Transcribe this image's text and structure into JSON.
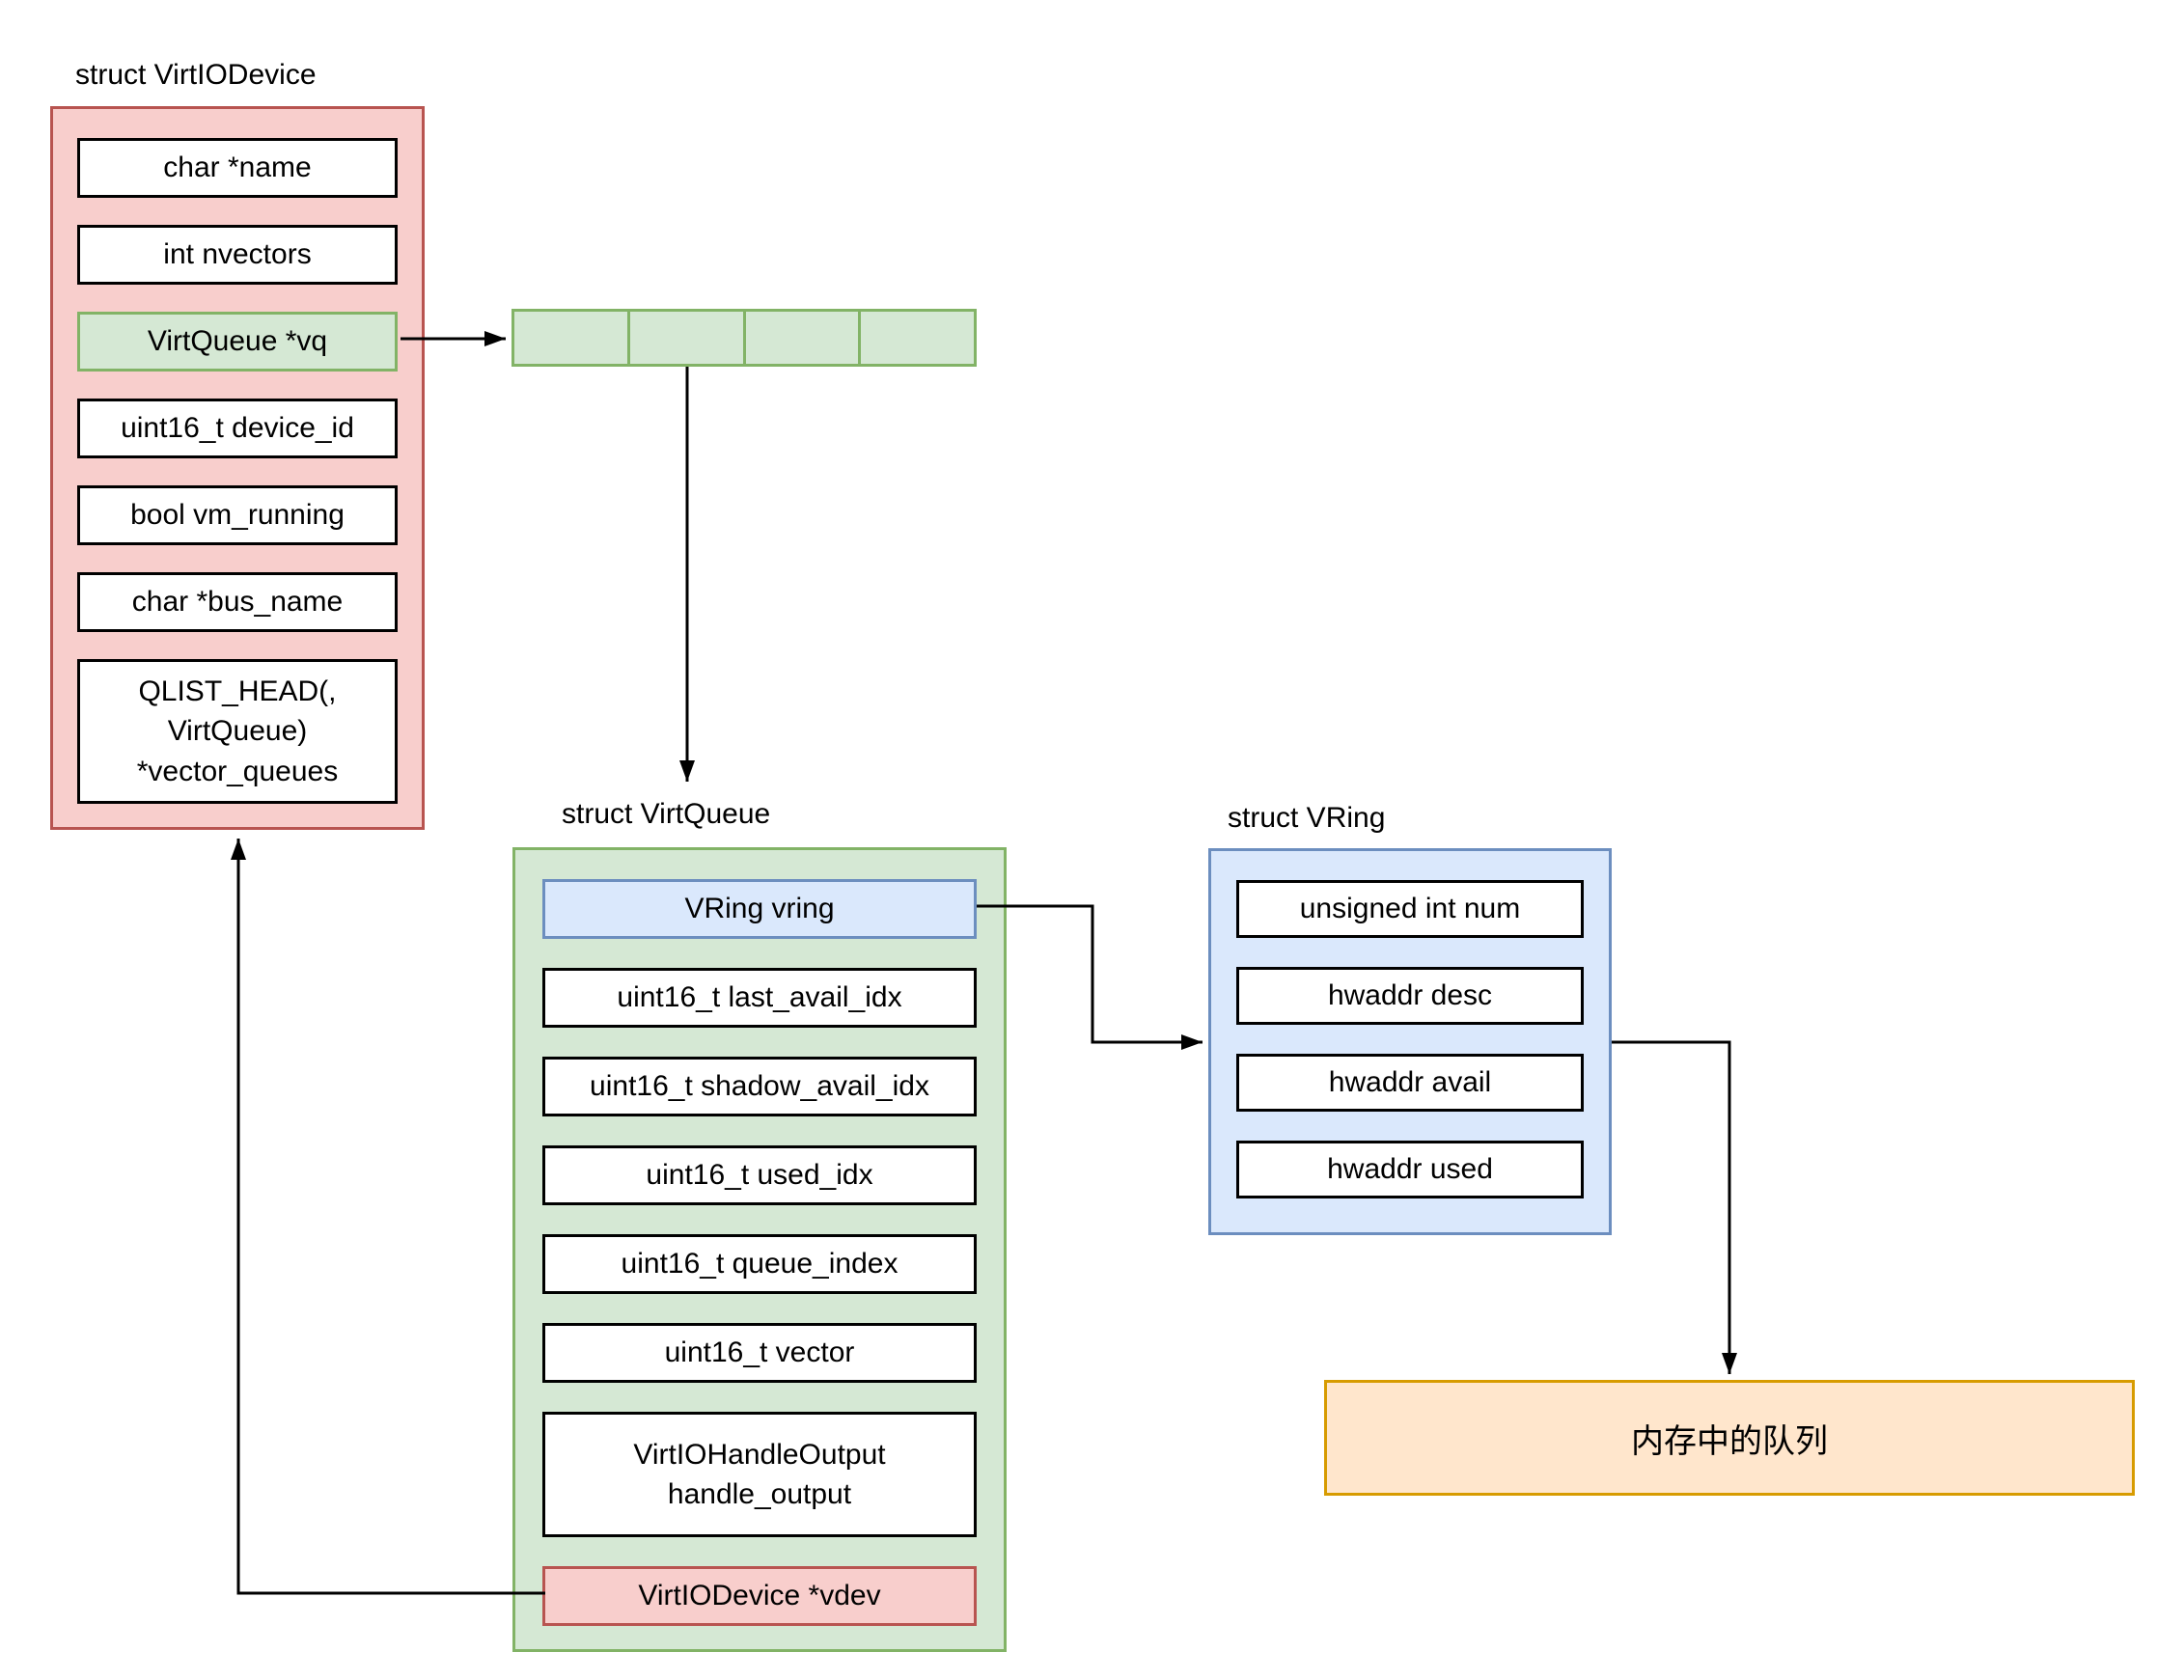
{
  "diagram": {
    "virtio_device": {
      "title": "struct VirtIODevice",
      "fields": [
        {
          "label": "char *name",
          "variant": "white"
        },
        {
          "label": "int nvectors",
          "variant": "white"
        },
        {
          "label": "VirtQueue *vq",
          "variant": "green"
        },
        {
          "label": "uint16_t device_id",
          "variant": "white"
        },
        {
          "label": "bool vm_running",
          "variant": "white"
        },
        {
          "label": "char *bus_name",
          "variant": "white"
        },
        {
          "label": "QLIST_HEAD(,\nVirtQueue)\n*vector_queues",
          "variant": "white"
        }
      ]
    },
    "vq_array": {
      "cell_count": 4
    },
    "virtqueue": {
      "title": "struct VirtQueue",
      "fields": [
        {
          "label": "VRing vring",
          "variant": "blue"
        },
        {
          "label": "uint16_t last_avail_idx",
          "variant": "white"
        },
        {
          "label": "uint16_t shadow_avail_idx",
          "variant": "white"
        },
        {
          "label": "uint16_t used_idx",
          "variant": "white"
        },
        {
          "label": "uint16_t queue_index",
          "variant": "white"
        },
        {
          "label": "uint16_t vector",
          "variant": "white"
        },
        {
          "label": "VirtIOHandleOutput\nhandle_output",
          "variant": "white"
        },
        {
          "label": "VirtIODevice *vdev",
          "variant": "red"
        }
      ]
    },
    "vring": {
      "title": "struct VRing",
      "fields": [
        {
          "label": "unsigned int num",
          "variant": "white"
        },
        {
          "label": "hwaddr desc",
          "variant": "white"
        },
        {
          "label": "hwaddr avail",
          "variant": "white"
        },
        {
          "label": "hwaddr used",
          "variant": "white"
        }
      ]
    },
    "memory_queue": {
      "label": "内存中的队列"
    },
    "connections": [
      {
        "from": "VirtQueue *vq",
        "to": "vq-array"
      },
      {
        "from": "vq-array",
        "to": "struct VirtQueue"
      },
      {
        "from": "VirtIODevice *vdev",
        "to": "struct VirtIODevice"
      },
      {
        "from": "VRing vring",
        "to": "struct VRing"
      },
      {
        "from": "struct VRing",
        "to": "内存中的队列"
      }
    ],
    "colors": {
      "red_fill": "#f8cecc",
      "red_stroke": "#b85450",
      "green_fill": "#d5e8d4",
      "green_stroke": "#82b366",
      "blue_fill": "#dae8fc",
      "blue_stroke": "#6c8ebf",
      "orange_fill": "#ffe6cc",
      "orange_stroke": "#d79b00",
      "line": "#000000",
      "background": "#ffffff"
    }
  }
}
